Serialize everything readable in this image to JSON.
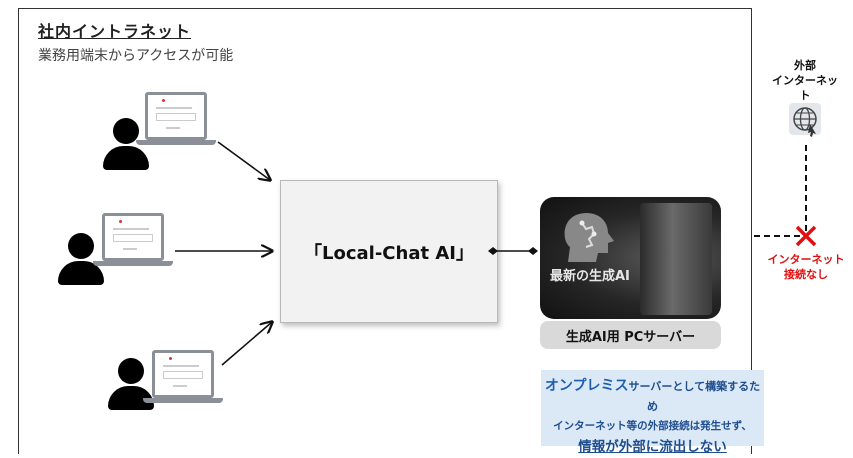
{
  "intranet": {
    "title": "社内イントラネット",
    "subtitle": "業務用端末からアクセスが可能"
  },
  "chat": {
    "label": "「Local-Chat AI」"
  },
  "server": {
    "image_caption": "最新の生成AI",
    "label": "生成AI用 PCサーバー"
  },
  "external": {
    "title_line1": "外部",
    "title_line2": "インターネット",
    "no_connection_line1": "インターネット",
    "no_connection_line2": "接続なし",
    "globe_icon": "globe-icon",
    "block_icon": "red-x-icon"
  },
  "callout": {
    "line1_emphasis": "オンプレミス",
    "line1_rest": "サーバーとして構築するため",
    "line2": "インターネット等の外部接続は発生せず、",
    "line3": "情報が外部に流出しない"
  },
  "colors": {
    "alert_red": "#e01010",
    "callout_bg": "#dbe8f6",
    "callout_text": "#1f4e8f"
  }
}
